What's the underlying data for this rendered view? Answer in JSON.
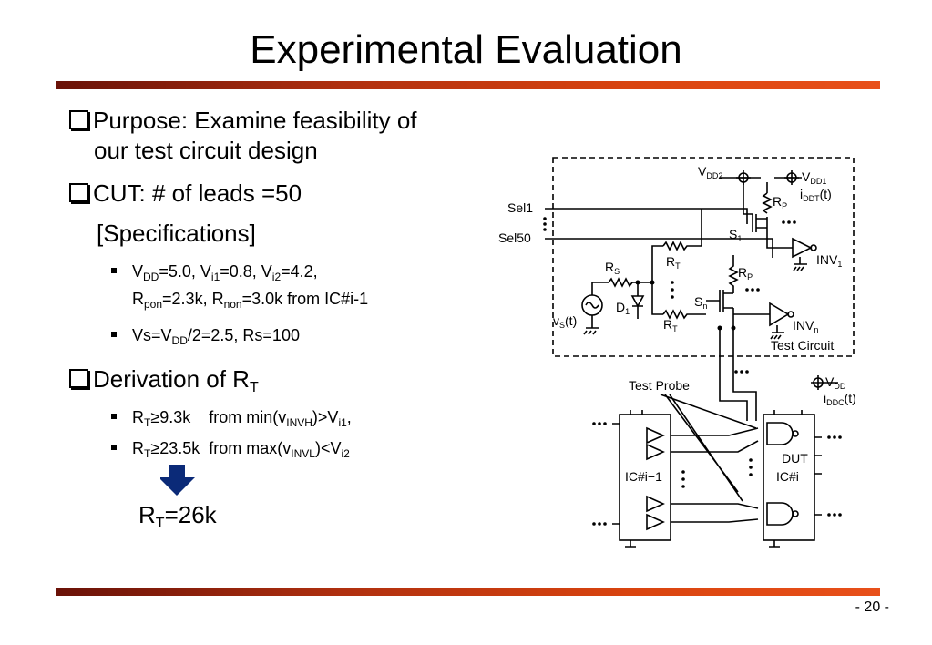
{
  "slide": {
    "title": "Experimental Evaluation",
    "page_number": "- 20 -",
    "accent_color": "#d9440f"
  },
  "bullets": {
    "purpose_line1": "Purpose: Examine feasibility of",
    "purpose_line2": "our test circuit design",
    "cut": "CUT: # of leads =50",
    "specifications": "[Specifications]",
    "derivation_prefix": "Derivation of R",
    "derivation_sub": "T"
  },
  "spec_items": {
    "line1": {
      "a": "V",
      "a_sub": "DD",
      "b": "=5.0, V",
      "b_sub": "i1",
      "c": "=0.8, V",
      "c_sub": "i2",
      "d": "=4.2,"
    },
    "line2": {
      "a": "R",
      "a_sub": "pon",
      "b": "=2.3k, R",
      "b_sub": "non",
      "c": "=3.0k from IC#i-1"
    },
    "line3": {
      "a": "Vs=V",
      "a_sub": "DD",
      "b": "/2=2.5, Rs=100"
    }
  },
  "derivation_items": {
    "item1": {
      "a": "R",
      "a_sub": "T",
      "b": "≥9.3k    from min(v",
      "b_sub": "INVH",
      "c": ")>V",
      "c_sub": "i1",
      "d": ","
    },
    "item2": {
      "a": "R",
      "a_sub": "T",
      "b": "≥23.5k  from max(v",
      "b_sub": "INVL",
      "c": ")<V",
      "c_sub": "i2"
    }
  },
  "result": {
    "prefix": "R",
    "sub": "T",
    "value": "=26k"
  },
  "diagram": {
    "sel1": "Sel1",
    "sel50": "Sel50",
    "vdd2_main": "V",
    "vdd2_sub": "DD2",
    "vdd1_main": "V",
    "vdd1_sub": "DD1",
    "iddt_main": "i",
    "iddt_sub": "DDT",
    "iddt_tail": "(t)",
    "rp_main": "R",
    "rp_sub": "P",
    "rs_main": "R",
    "rs_sub": "S",
    "rt_main": "R",
    "rt_sub": "T",
    "s1_main": "S",
    "s1_sub": "1",
    "sn_main": "S",
    "sn_sub": "n",
    "inv1_main": "INV",
    "inv1_sub": "1",
    "invn_main": "INV",
    "invn_sub": "n",
    "d1_main": "D",
    "d1_sub": "1",
    "vs_main": "v",
    "vs_sub": "S",
    "vs_tail": "(t)",
    "test_circuit": "Test Circuit",
    "test_probe": "Test Probe",
    "vdd_main": "V",
    "vdd_sub": "DD",
    "iddc_main": "i",
    "iddc_sub": "DDC",
    "iddc_tail": "(t)",
    "dut": "DUT",
    "ic_prev": "IC#i−1",
    "ic_cur": "IC#i"
  }
}
